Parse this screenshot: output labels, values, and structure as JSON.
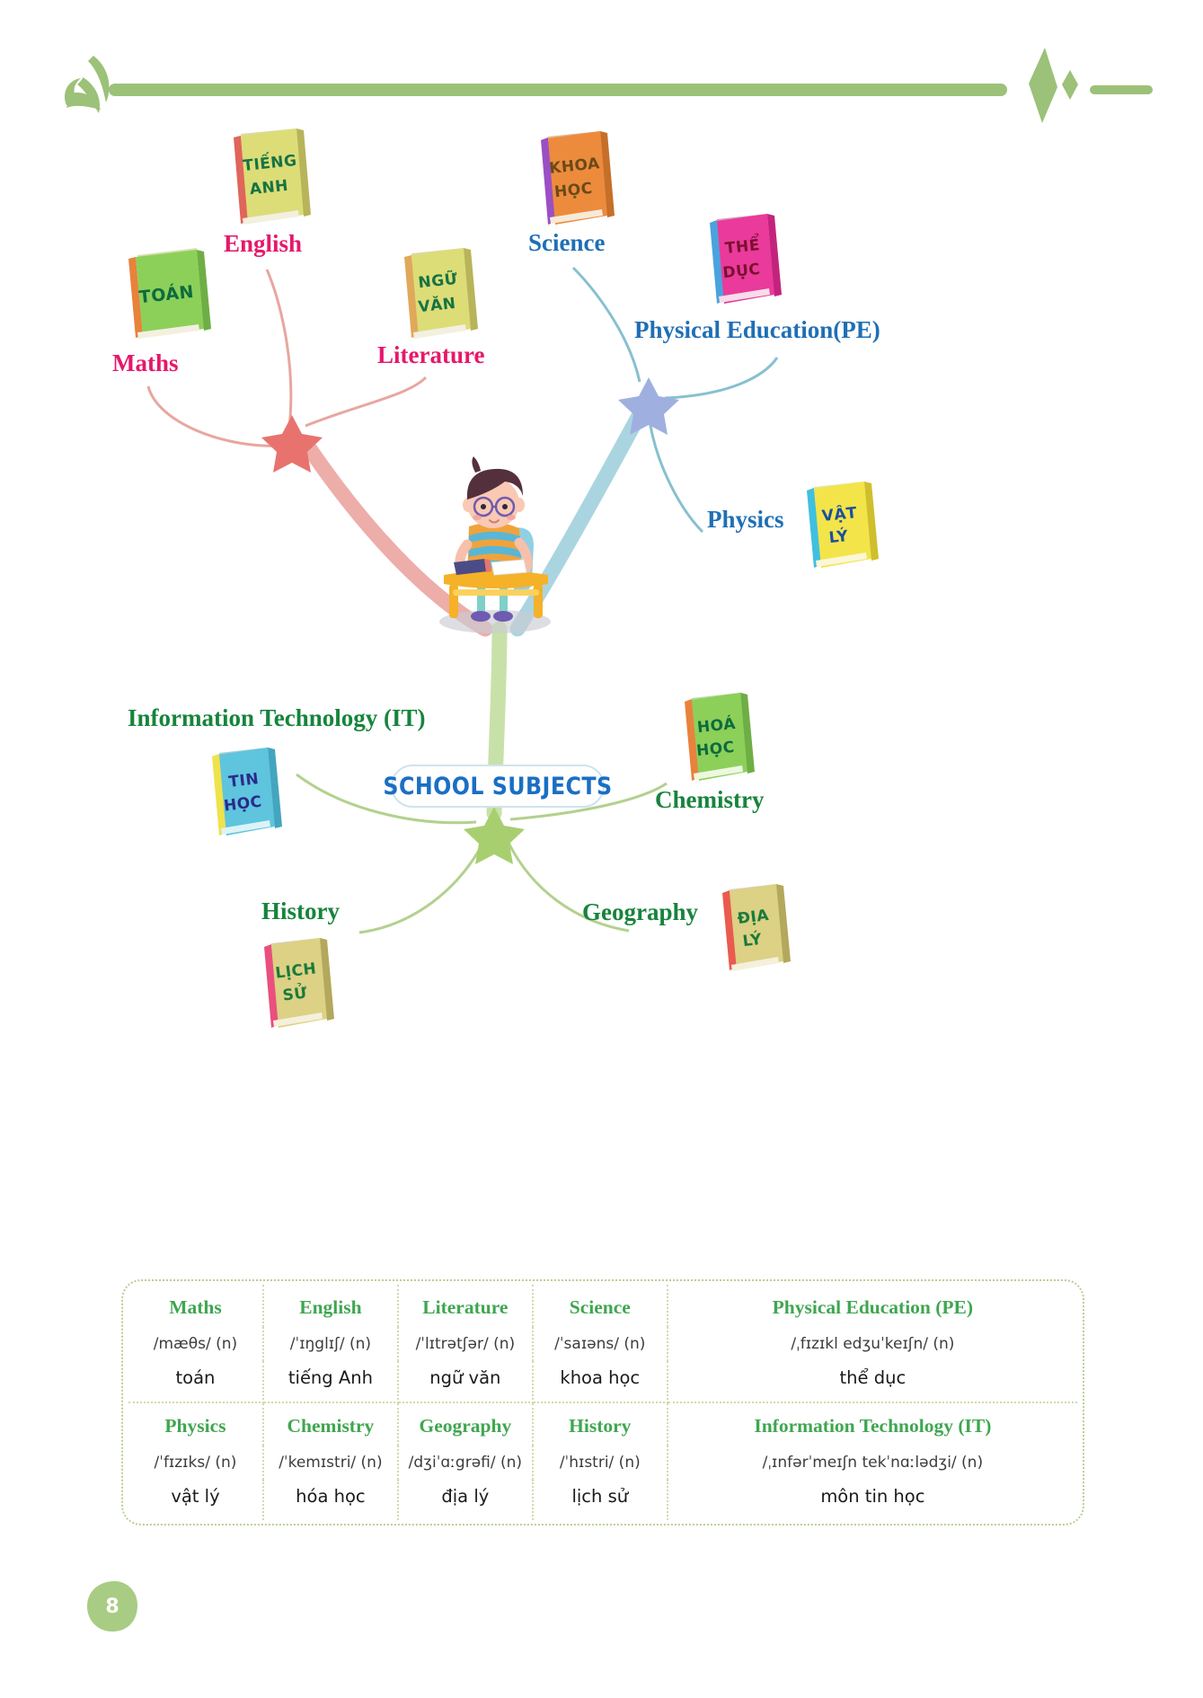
{
  "page": {
    "number": "8",
    "center_badge": "SCHOOL SUBJECTS"
  },
  "colors": {
    "accent_green": "#9cc178",
    "label_pink": "#e6186b",
    "label_blue": "#1f6fb5",
    "label_green": "#17843c",
    "badge_blue": "#1a6fc4",
    "branch_pink": "#e8a09a",
    "branch_blue": "#9fd0dd",
    "branch_green": "#b9d69a",
    "table_border": "#b9cf94",
    "table_header_green": "#3fa650"
  },
  "mindmap": {
    "branches": [
      {
        "id": "pink-branch",
        "node_color": "#e8736e",
        "label_class": "lbl-pink",
        "subjects": [
          {
            "english": "Maths",
            "book_title_line1": "TOÁN",
            "book_title_line2": "",
            "book_cover": "#8cd05a",
            "book_spine": "#e8823c",
            "book_text": "#0d6b3d"
          },
          {
            "english": "English",
            "book_title_line1": "TIẾNG",
            "book_title_line2": "ANH",
            "book_cover": "#dcdd77",
            "book_spine": "#e0655a",
            "book_text": "#167343"
          },
          {
            "english": "Literature",
            "book_title_line1": "NGỮ",
            "book_title_line2": "VĂN",
            "book_cover": "#dcdd77",
            "book_spine": "#e0a85a",
            "book_text": "#167343"
          }
        ]
      },
      {
        "id": "blue-branch",
        "node_color": "#9fb0e0",
        "label_class": "lbl-blue",
        "subjects": [
          {
            "english": "Science",
            "book_title_line1": "KHOA",
            "book_title_line2": "HỌC",
            "book_cover": "#ed8b3c",
            "book_spine": "#9b4fc4",
            "book_text": "#6b4a18"
          },
          {
            "english": "Physical Education(PE)",
            "book_title_line1": "THỂ",
            "book_title_line2": "DỤC",
            "book_cover": "#ea3a9b",
            "book_spine": "#4aa3dd",
            "book_text": "#7b1030"
          },
          {
            "english": "Physics",
            "book_title_line1": "VẬT",
            "book_title_line2": "LÝ",
            "book_cover": "#f3e44a",
            "book_spine": "#3fc0e0",
            "book_text": "#1b4f9c"
          }
        ]
      },
      {
        "id": "green-branch",
        "node_color": "#a8cf6f",
        "label_class": "lbl-green",
        "subjects": [
          {
            "english": "Information Technology (IT)",
            "book_title_line1": "TIN",
            "book_title_line2": "HỌC",
            "book_cover": "#5fc4de",
            "book_spine": "#efe24a",
            "book_text": "#2a2a8c"
          },
          {
            "english": "Chemistry",
            "book_title_line1": "HOÁ",
            "book_title_line2": "HỌC",
            "book_cover": "#8cd05a",
            "book_spine": "#e8823c",
            "book_text": "#0d6b3d"
          },
          {
            "english": "History",
            "book_title_line1": "LỊCH",
            "book_title_line2": "SỬ",
            "book_cover": "#dcd184",
            "book_spine": "#ea4f7e",
            "book_text": "#1a7a3c"
          },
          {
            "english": "Geography",
            "book_title_line1": "ĐỊA",
            "book_title_line2": "LÝ",
            "book_cover": "#dcd184",
            "book_spine": "#ea5a4f",
            "book_text": "#1a7a3c"
          }
        ]
      }
    ]
  },
  "vocab_table": {
    "rows": [
      [
        {
          "english": "Maths",
          "ipa": "/mæθs/ (n)",
          "vietnamese": "toán"
        },
        {
          "english": "English",
          "ipa": "/ˈɪŋglɪʃ/ (n)",
          "vietnamese": "tiếng Anh"
        },
        {
          "english": "Literature",
          "ipa": "/ˈlɪtrətʃər/ (n)",
          "vietnamese": "ngữ văn"
        },
        {
          "english": "Science",
          "ipa": "/ˈsaɪəns/ (n)",
          "vietnamese": "khoa học"
        },
        {
          "english": "Physical Education (PE)",
          "ipa": "/ˌfɪzɪkl edʒuˈkeɪʃn/ (n)",
          "vietnamese": "thể dục"
        }
      ],
      [
        {
          "english": "Physics",
          "ipa": "/ˈfɪzɪks/ (n)",
          "vietnamese": "vật lý"
        },
        {
          "english": "Chemistry",
          "ipa": "/ˈkemɪstri/ (n)",
          "vietnamese": "hóa học"
        },
        {
          "english": "Geography",
          "ipa": "/dʒiˈɑːgrəfi/ (n)",
          "vietnamese": "địa lý"
        },
        {
          "english": "History",
          "ipa": "/ˈhɪstri/ (n)",
          "vietnamese": "lịch sử"
        },
        {
          "english": "Information Technology (IT)",
          "ipa": "/ˌɪnfərˈmeɪʃn tekˈnɑːlədʒi/ (n)",
          "vietnamese": "môn tin học"
        }
      ]
    ]
  }
}
